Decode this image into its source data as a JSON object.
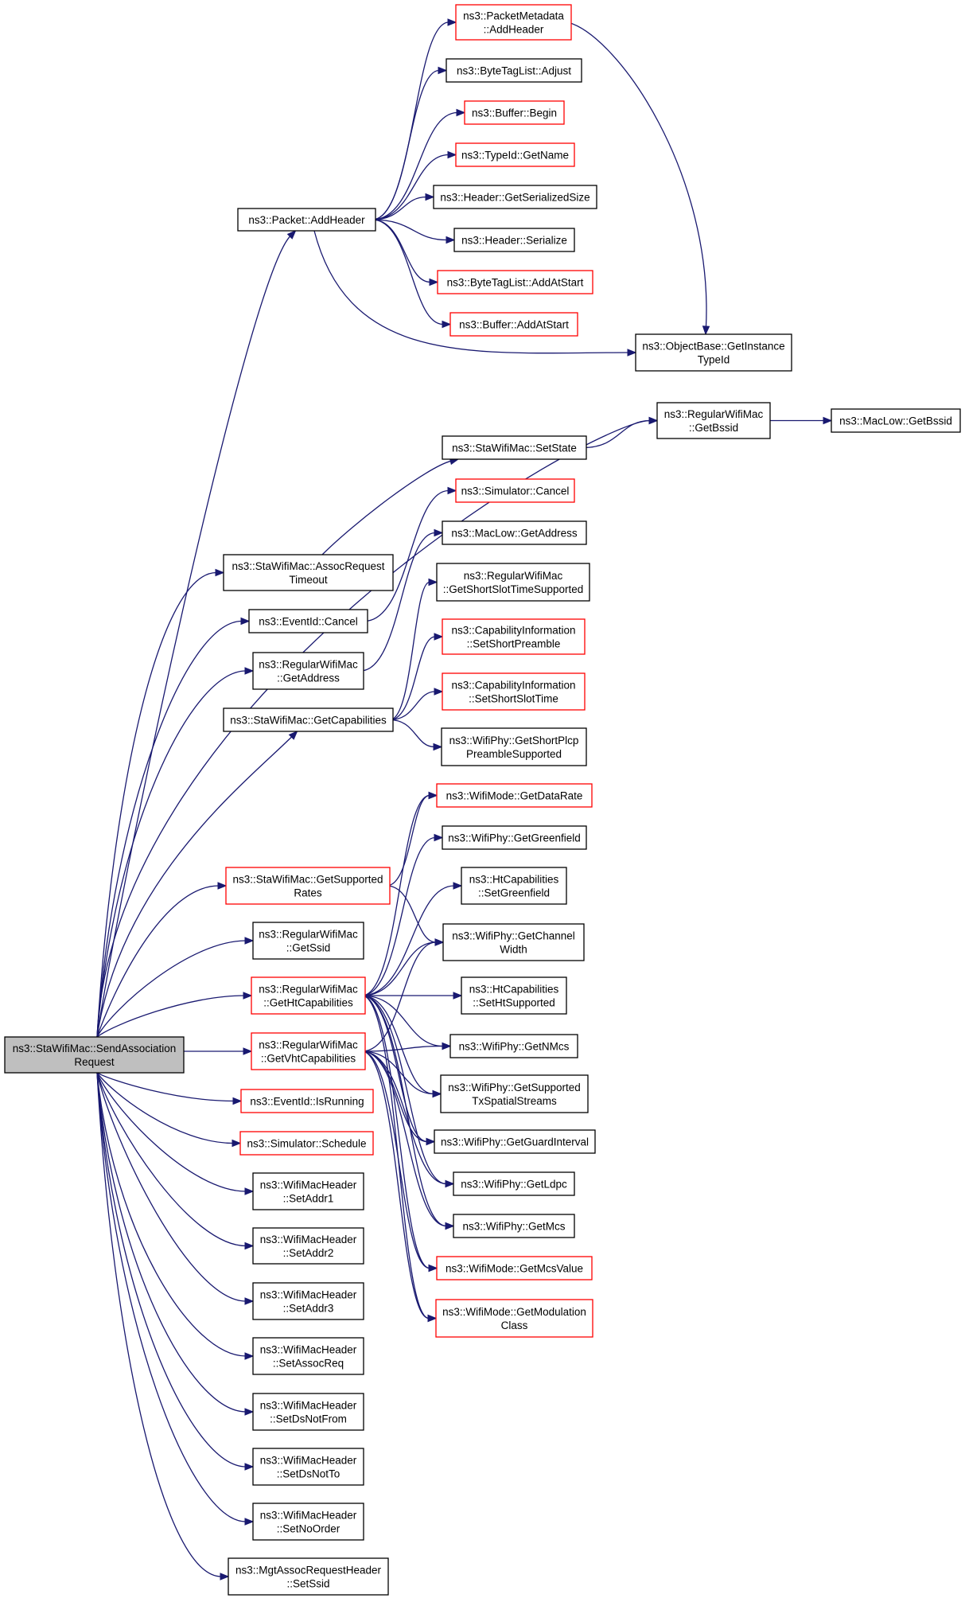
{
  "diagram": {
    "colors": {
      "edge": "#191970",
      "node_border_normal": "#000000",
      "node_border_truncated": "#ff0000",
      "root_fill": "#bfbfbf",
      "node_fill": "#ffffff"
    },
    "root": "root",
    "nodes": [
      {
        "id": "root",
        "lines": [
          "ns3::StaWifiMac::SendAssociation",
          "Request"
        ],
        "style": "root"
      },
      {
        "id": "pkt_addheader",
        "lines": [
          "ns3::Packet::AddHeader"
        ],
        "style": "normal"
      },
      {
        "id": "pm_addheader",
        "lines": [
          "ns3::PacketMetadata",
          "::AddHeader"
        ],
        "style": "truncated"
      },
      {
        "id": "btl_adjust",
        "lines": [
          "ns3::ByteTagList::Adjust"
        ],
        "style": "normal"
      },
      {
        "id": "buf_begin",
        "lines": [
          "ns3::Buffer::Begin"
        ],
        "style": "truncated"
      },
      {
        "id": "typeid_getname",
        "lines": [
          "ns3::TypeId::GetName"
        ],
        "style": "truncated"
      },
      {
        "id": "hdr_getsersize",
        "lines": [
          "ns3::Header::GetSerializedSize"
        ],
        "style": "normal"
      },
      {
        "id": "hdr_serialize",
        "lines": [
          "ns3::Header::Serialize"
        ],
        "style": "normal"
      },
      {
        "id": "btl_addatstart",
        "lines": [
          "ns3::ByteTagList::AddAtStart"
        ],
        "style": "truncated"
      },
      {
        "id": "buf_addatstart",
        "lines": [
          "ns3::Buffer::AddAtStart"
        ],
        "style": "truncated"
      },
      {
        "id": "ob_getinstance",
        "lines": [
          "ns3::ObjectBase::GetInstance",
          "TypeId"
        ],
        "style": "normal"
      },
      {
        "id": "rwm_getbssid",
        "lines": [
          "ns3::RegularWifiMac",
          "::GetBssid"
        ],
        "style": "normal"
      },
      {
        "id": "maclow_getbssid",
        "lines": [
          "ns3::MacLow::GetBssid"
        ],
        "style": "normal"
      },
      {
        "id": "swm_setstate",
        "lines": [
          "ns3::StaWifiMac::SetState"
        ],
        "style": "normal"
      },
      {
        "id": "sim_cancel",
        "lines": [
          "ns3::Simulator::Cancel"
        ],
        "style": "truncated"
      },
      {
        "id": "maclow_getaddress",
        "lines": [
          "ns3::MacLow::GetAddress"
        ],
        "style": "normal"
      },
      {
        "id": "rwm_getshortslot",
        "lines": [
          "ns3::RegularWifiMac",
          "::GetShortSlotTimeSupported"
        ],
        "style": "normal"
      },
      {
        "id": "ci_setshortpreamble",
        "lines": [
          "ns3::CapabilityInformation",
          "::SetShortPreamble"
        ],
        "style": "truncated"
      },
      {
        "id": "ci_setshortslot",
        "lines": [
          "ns3::CapabilityInformation",
          "::SetShortSlotTime"
        ],
        "style": "truncated"
      },
      {
        "id": "wp_getshortplcp",
        "lines": [
          "ns3::WifiPhy::GetShortPlcp",
          "PreambleSupported"
        ],
        "style": "normal"
      },
      {
        "id": "swm_assoctimeout",
        "lines": [
          "ns3::StaWifiMac::AssocRequest",
          "Timeout"
        ],
        "style": "normal"
      },
      {
        "id": "evt_cancel",
        "lines": [
          "ns3::EventId::Cancel"
        ],
        "style": "normal"
      },
      {
        "id": "rwm_getaddress",
        "lines": [
          "ns3::RegularWifiMac",
          "::GetAddress"
        ],
        "style": "normal"
      },
      {
        "id": "swm_getcaps",
        "lines": [
          "ns3::StaWifiMac::GetCapabilities"
        ],
        "style": "normal"
      },
      {
        "id": "wm_getdatarate",
        "lines": [
          "ns3::WifiMode::GetDataRate"
        ],
        "style": "truncated"
      },
      {
        "id": "wp_getgreenfield",
        "lines": [
          "ns3::WifiPhy::GetGreenfield"
        ],
        "style": "normal"
      },
      {
        "id": "htc_setgreenfield",
        "lines": [
          "ns3::HtCapabilities",
          "::SetGreenfield"
        ],
        "style": "normal"
      },
      {
        "id": "swm_getsupported",
        "lines": [
          "ns3::StaWifiMac::GetSupported",
          "Rates"
        ],
        "style": "truncated"
      },
      {
        "id": "wp_getchannelwidth",
        "lines": [
          "ns3::WifiPhy::GetChannel",
          "Width"
        ],
        "style": "normal"
      },
      {
        "id": "rwm_getssid",
        "lines": [
          "ns3::RegularWifiMac",
          "::GetSsid"
        ],
        "style": "normal"
      },
      {
        "id": "htc_sethtsupported",
        "lines": [
          "ns3::HtCapabilities",
          "::SetHtSupported"
        ],
        "style": "normal"
      },
      {
        "id": "rwm_gethtcaps",
        "lines": [
          "ns3::RegularWifiMac",
          "::GetHtCapabilities"
        ],
        "style": "truncated"
      },
      {
        "id": "wp_getnmcs",
        "lines": [
          "ns3::WifiPhy::GetNMcs"
        ],
        "style": "normal"
      },
      {
        "id": "rwm_getvhtcaps",
        "lines": [
          "ns3::RegularWifiMac",
          "::GetVhtCapabilities"
        ],
        "style": "truncated"
      },
      {
        "id": "wp_getsupportedtx",
        "lines": [
          "ns3::WifiPhy::GetSupported",
          "TxSpatialStreams"
        ],
        "style": "normal"
      },
      {
        "id": "evt_isrunning",
        "lines": [
          "ns3::EventId::IsRunning"
        ],
        "style": "truncated"
      },
      {
        "id": "wp_getguard",
        "lines": [
          "ns3::WifiPhy::GetGuardInterval"
        ],
        "style": "normal"
      },
      {
        "id": "sim_schedule",
        "lines": [
          "ns3::Simulator::Schedule"
        ],
        "style": "truncated"
      },
      {
        "id": "wp_getldpc",
        "lines": [
          "ns3::WifiPhy::GetLdpc"
        ],
        "style": "normal"
      },
      {
        "id": "wmh_setaddr1",
        "lines": [
          "ns3::WifiMacHeader",
          "::SetAddr1"
        ],
        "style": "normal"
      },
      {
        "id": "wp_getmcs",
        "lines": [
          "ns3::WifiPhy::GetMcs"
        ],
        "style": "normal"
      },
      {
        "id": "wmh_setaddr2",
        "lines": [
          "ns3::WifiMacHeader",
          "::SetAddr2"
        ],
        "style": "normal"
      },
      {
        "id": "wm_getmcsvalue",
        "lines": [
          "ns3::WifiMode::GetMcsValue"
        ],
        "style": "truncated"
      },
      {
        "id": "wm_getmodclass",
        "lines": [
          "ns3::WifiMode::GetModulation",
          "Class"
        ],
        "style": "truncated"
      },
      {
        "id": "wmh_setaddr3",
        "lines": [
          "ns3::WifiMacHeader",
          "::SetAddr3"
        ],
        "style": "normal"
      },
      {
        "id": "wmh_setassocreq",
        "lines": [
          "ns3::WifiMacHeader",
          "::SetAssocReq"
        ],
        "style": "normal"
      },
      {
        "id": "wmh_setdsnotfrom",
        "lines": [
          "ns3::WifiMacHeader",
          "::SetDsNotFrom"
        ],
        "style": "normal"
      },
      {
        "id": "wmh_setdsnotto",
        "lines": [
          "ns3::WifiMacHeader",
          "::SetDsNotTo"
        ],
        "style": "normal"
      },
      {
        "id": "wmh_setnoorder",
        "lines": [
          "ns3::WifiMacHeader",
          "::SetNoOrder"
        ],
        "style": "normal"
      },
      {
        "id": "marh_setssid",
        "lines": [
          "ns3::MgtAssocRequestHeader",
          "::SetSsid"
        ],
        "style": "normal"
      }
    ],
    "edges": [
      [
        "root",
        "pkt_addheader"
      ],
      [
        "root",
        "rwm_getbssid"
      ],
      [
        "root",
        "swm_assoctimeout"
      ],
      [
        "root",
        "evt_cancel"
      ],
      [
        "root",
        "rwm_getaddress"
      ],
      [
        "root",
        "swm_getcaps"
      ],
      [
        "root",
        "swm_getsupported"
      ],
      [
        "root",
        "rwm_getssid"
      ],
      [
        "root",
        "rwm_gethtcaps"
      ],
      [
        "root",
        "rwm_getvhtcaps"
      ],
      [
        "root",
        "evt_isrunning"
      ],
      [
        "root",
        "sim_schedule"
      ],
      [
        "root",
        "wmh_setaddr1"
      ],
      [
        "root",
        "wmh_setaddr2"
      ],
      [
        "root",
        "wmh_setaddr3"
      ],
      [
        "root",
        "wmh_setassocreq"
      ],
      [
        "root",
        "wmh_setdsnotfrom"
      ],
      [
        "root",
        "wmh_setdsnotto"
      ],
      [
        "root",
        "wmh_setnoorder"
      ],
      [
        "root",
        "marh_setssid"
      ],
      [
        "pkt_addheader",
        "pm_addheader"
      ],
      [
        "pkt_addheader",
        "btl_adjust"
      ],
      [
        "pkt_addheader",
        "buf_begin"
      ],
      [
        "pkt_addheader",
        "typeid_getname"
      ],
      [
        "pkt_addheader",
        "hdr_getsersize"
      ],
      [
        "pkt_addheader",
        "hdr_serialize"
      ],
      [
        "pkt_addheader",
        "btl_addatstart"
      ],
      [
        "pkt_addheader",
        "buf_addatstart"
      ],
      [
        "pkt_addheader",
        "ob_getinstance"
      ],
      [
        "pm_addheader",
        "ob_getinstance"
      ],
      [
        "rwm_getbssid",
        "maclow_getbssid"
      ],
      [
        "swm_setstate",
        "rwm_getbssid"
      ],
      [
        "swm_assoctimeout",
        "swm_setstate"
      ],
      [
        "evt_cancel",
        "sim_cancel"
      ],
      [
        "rwm_getaddress",
        "maclow_getaddress"
      ],
      [
        "swm_getcaps",
        "rwm_getshortslot"
      ],
      [
        "swm_getcaps",
        "ci_setshortpreamble"
      ],
      [
        "swm_getcaps",
        "ci_setshortslot"
      ],
      [
        "swm_getcaps",
        "wp_getshortplcp"
      ],
      [
        "swm_getsupported",
        "wm_getdatarate"
      ],
      [
        "swm_getsupported",
        "wp_getchannelwidth"
      ],
      [
        "rwm_gethtcaps",
        "wm_getdatarate"
      ],
      [
        "rwm_gethtcaps",
        "wp_getgreenfield"
      ],
      [
        "rwm_gethtcaps",
        "htc_setgreenfield"
      ],
      [
        "rwm_gethtcaps",
        "wp_getchannelwidth"
      ],
      [
        "rwm_gethtcaps",
        "htc_sethtsupported"
      ],
      [
        "rwm_gethtcaps",
        "wp_getnmcs"
      ],
      [
        "rwm_gethtcaps",
        "wp_getsupportedtx"
      ],
      [
        "rwm_gethtcaps",
        "wp_getguard"
      ],
      [
        "rwm_gethtcaps",
        "wp_getldpc"
      ],
      [
        "rwm_gethtcaps",
        "wp_getmcs"
      ],
      [
        "rwm_gethtcaps",
        "wm_getmcsvalue"
      ],
      [
        "rwm_gethtcaps",
        "wm_getmodclass"
      ],
      [
        "rwm_getvhtcaps",
        "wp_getchannelwidth"
      ],
      [
        "rwm_getvhtcaps",
        "wp_getnmcs"
      ],
      [
        "rwm_getvhtcaps",
        "wp_getsupportedtx"
      ],
      [
        "rwm_getvhtcaps",
        "wp_getguard"
      ],
      [
        "rwm_getvhtcaps",
        "wp_getldpc"
      ],
      [
        "rwm_getvhtcaps",
        "wp_getmcs"
      ],
      [
        "rwm_getvhtcaps",
        "wm_getmcsvalue"
      ],
      [
        "rwm_getvhtcaps",
        "wm_getmodclass"
      ]
    ]
  }
}
